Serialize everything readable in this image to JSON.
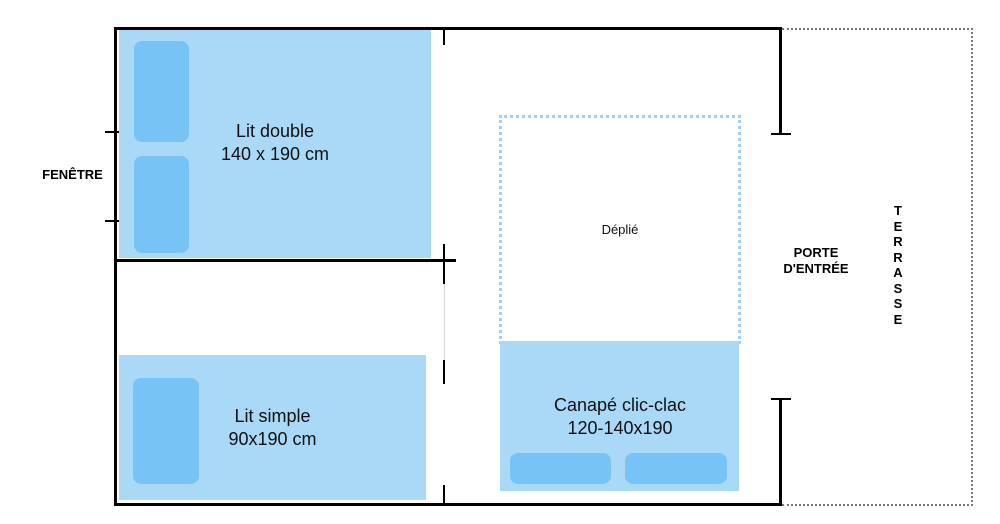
{
  "labels": {
    "window": "FENÊTRE",
    "entrance_door_line1": "PORTE",
    "entrance_door_line2": "D'ENTRÉE",
    "terrace_letters": [
      "T",
      "E",
      "R",
      "R",
      "A",
      "S",
      "S",
      "E"
    ]
  },
  "double_bed": {
    "line1": "Lit double",
    "line2": "140 x 190 cm"
  },
  "single_bed": {
    "line1": "Lit simple",
    "line2": "90x190 cm"
  },
  "sofa_bed": {
    "line1": "Canapé clic-clac",
    "line2": "120-140x190",
    "unfolded_label": "Déplié"
  },
  "colors": {
    "bed_fill": "#aad8f7",
    "pillow_fill": "#78c3f6",
    "unfolded_border": "#9fd0f2",
    "wall": "#000000"
  }
}
